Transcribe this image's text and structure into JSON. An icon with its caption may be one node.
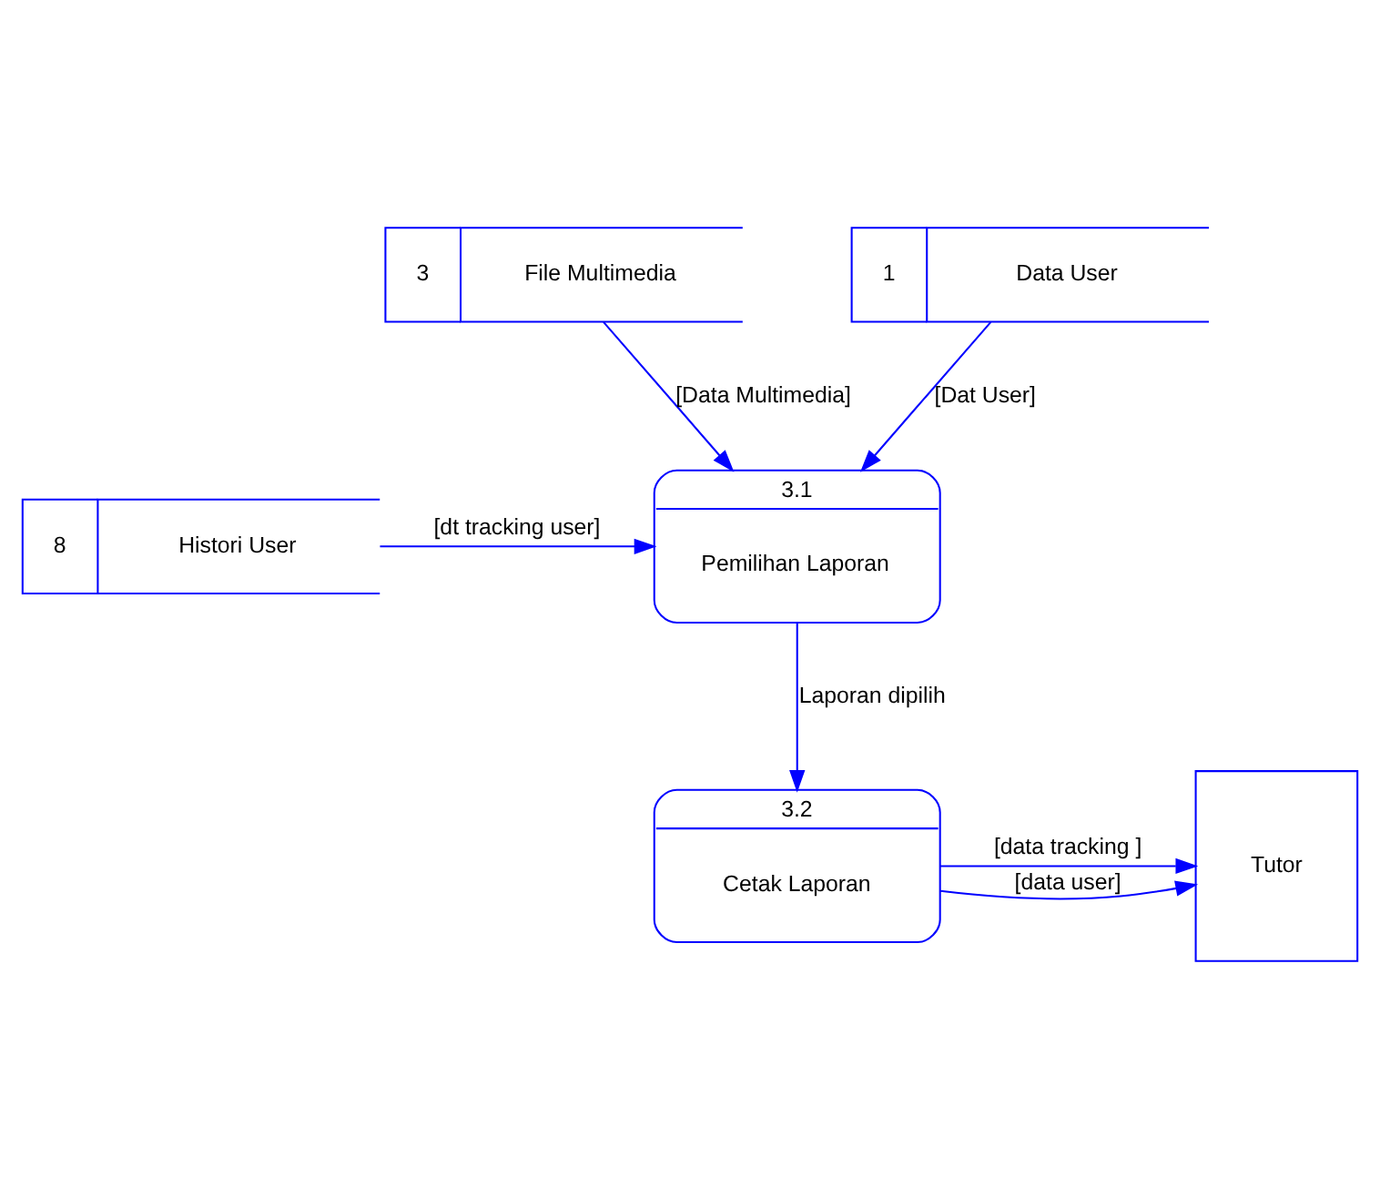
{
  "diagram": {
    "nodes": [
      {
        "text": [
          "3",
          "File Multimedia"
        ]
      },
      {
        "text": [
          "1",
          "Data User"
        ]
      },
      {
        "text": [
          "3.1",
          "Pemilihan Laporan"
        ]
      },
      {
        "text": [
          "8",
          "Histori User"
        ]
      },
      {
        "text": [
          "3.2",
          "Cetak Laporan"
        ]
      },
      {
        "text": [
          "Tutor"
        ]
      }
    ],
    "edges": [
      {
        "from": 0,
        "to": 2,
        "arrow": "to",
        "label": "[Data Multimedia]"
      },
      {
        "from": 1,
        "to": 2,
        "arrow": "to",
        "label": "[Dat User]"
      },
      {
        "from": 3,
        "to": 2,
        "arrow": "to",
        "label": "[dt tracking user]"
      },
      {
        "from": 2,
        "to": 4,
        "arrow": "to",
        "label": "Laporan dipilih"
      },
      {
        "from": 4,
        "to": 5,
        "arrow": "to",
        "label": "[data tracking ]"
      },
      {
        "from": 4,
        "to": 5,
        "arrow": "to",
        "label": "[data user]"
      }
    ]
  }
}
